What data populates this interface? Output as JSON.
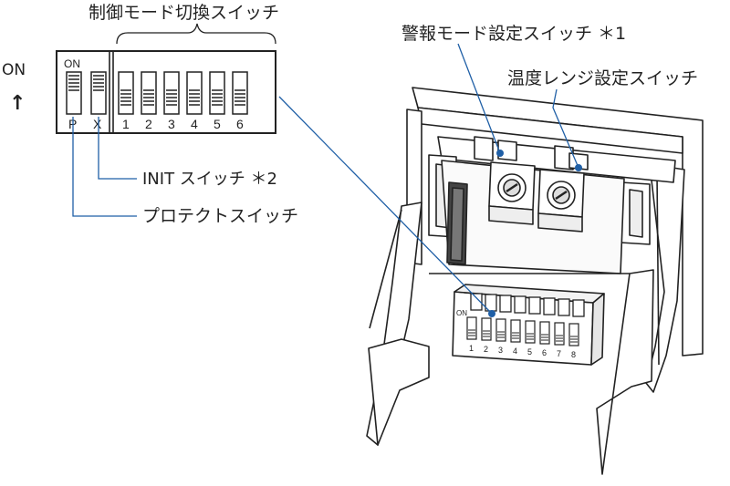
{
  "labels": {
    "control_mode_switch": "制御モード切換スイッチ",
    "alarm_mode_switch": "警報モード設定スイッチ ＊1",
    "temp_range_switch": "温度レンジ設定スイッチ",
    "init_switch": "INIT スイッチ ＊2",
    "protect_switch": "プロテクトスイッチ",
    "on_indicator": "ON",
    "on_arrow": "↑"
  },
  "dip_block": {
    "on_label": "ON",
    "left_labels": [
      "P",
      "X"
    ],
    "right_labels": [
      "1",
      "2",
      "3",
      "4",
      "5",
      "6"
    ]
  },
  "device_dip": {
    "on_label": "ON",
    "numbers": [
      "1",
      "2",
      "3",
      "4",
      "5",
      "6",
      "7",
      "8"
    ]
  },
  "colors": {
    "leader_line": "#1f5fa6",
    "leader_dot": "#1f5fa6",
    "outline": "#222222"
  }
}
